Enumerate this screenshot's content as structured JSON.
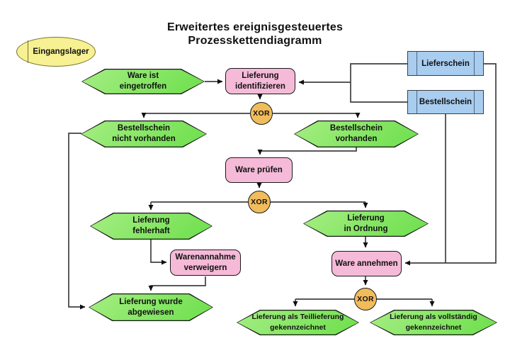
{
  "title": {
    "line1": "Erweitertes ereignisgesteuertes",
    "line2": "Prozesskettendiagramm"
  },
  "org_unit": {
    "label": "Eingangslager"
  },
  "xor_label": "XOR",
  "events": [
    {
      "id": "ware-ist-eingetroffen",
      "line1": "Ware ist",
      "line2": "eingetroffen"
    },
    {
      "id": "bestellschein-nicht-vorhanden",
      "line1": "Bestellschein",
      "line2": "nicht vorhanden"
    },
    {
      "id": "bestellschein-vorhanden",
      "line1": "Bestellschein",
      "line2": "vorhanden"
    },
    {
      "id": "lieferung-fehlerhaft",
      "line1": "Lieferung",
      "line2": "fehlerhaft"
    },
    {
      "id": "lieferung-in-ordnung",
      "line1": "Lieferung",
      "line2": "in Ordnung"
    },
    {
      "id": "lieferung-wurde-abgewiesen",
      "line1": "Lieferung wurde",
      "line2": "abgewiesen"
    },
    {
      "id": "lieferung-als-teillieferung",
      "line1": "Lieferung als Teillieferung",
      "line2": "gekennzeichnet"
    },
    {
      "id": "lieferung-als-vollstaendig",
      "line1": "Lieferung als vollständig",
      "line2": "gekennzeichnet"
    }
  ],
  "functions": [
    {
      "id": "lieferung-identifizieren",
      "line1": "Lieferung",
      "line2": "identifizieren"
    },
    {
      "id": "ware-pruefen",
      "line1": "Ware prüfen",
      "line2": ""
    },
    {
      "id": "warenannahme-verweigern",
      "line1": "Warenannahme",
      "line2": "verweigern"
    },
    {
      "id": "ware-annehmen",
      "line1": "Ware annehmen",
      "line2": ""
    }
  ],
  "documents": [
    {
      "id": "lieferschein",
      "label": "Lieferschein"
    },
    {
      "id": "bestellschein",
      "label": "Bestellschein"
    }
  ],
  "colors": {
    "event_fill": "#6ddf4c",
    "event_fill_light": "#a4ee82",
    "function_fill": "#f5bad8",
    "document_fill": "#a9cdef",
    "org_unit_fill": "#f7f193",
    "xor_fill": "#f1bc5b",
    "connector": "#404040"
  }
}
